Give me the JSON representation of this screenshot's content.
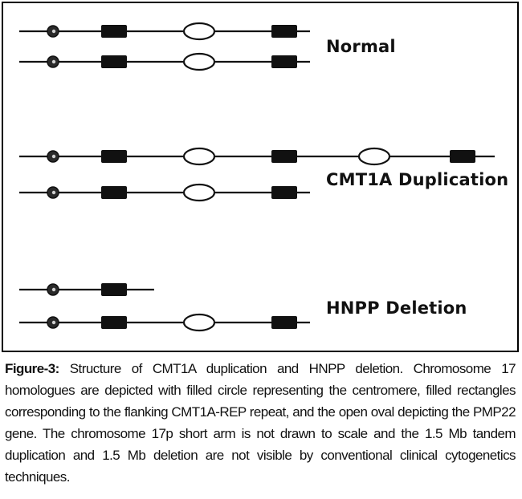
{
  "groups": [
    {
      "label": "Normal",
      "chromosomes": [
        {
          "segments": [
            "centromere",
            "rep",
            "pmp22",
            "rep"
          ]
        },
        {
          "segments": [
            "centromere",
            "rep",
            "pmp22",
            "rep"
          ]
        }
      ]
    },
    {
      "label": "CMT1A Duplication",
      "chromosomes": [
        {
          "segments": [
            "centromere",
            "rep",
            "pmp22",
            "rep",
            "pmp22",
            "rep"
          ]
        },
        {
          "segments": [
            "centromere",
            "rep",
            "pmp22",
            "rep"
          ]
        }
      ]
    },
    {
      "label": "HNPP Deletion",
      "chromosomes": [
        {
          "segments": [
            "centromere",
            "rep"
          ]
        },
        {
          "segments": [
            "centromere",
            "rep",
            "pmp22",
            "rep"
          ]
        }
      ]
    }
  ],
  "caption": {
    "label": "Figure-3:",
    "text": " Structure of CMT1A duplication and HNPP deletion. Chromosome 17 homologues are depicted with filled circle representing the centromere, filled rectangles corresponding to the flanking CMT1A-REP repeat, and the open oval depicting the PMP22 gene. The chromosome 17p short arm is not drawn to scale and the 1.5 Mb tandem duplication and 1.5 Mb deletion are not visible by conventional clinical cytogenetics techniques."
  },
  "colors": {
    "stroke": "#111111",
    "fill_dark": "#111111",
    "background": "#ffffff"
  }
}
